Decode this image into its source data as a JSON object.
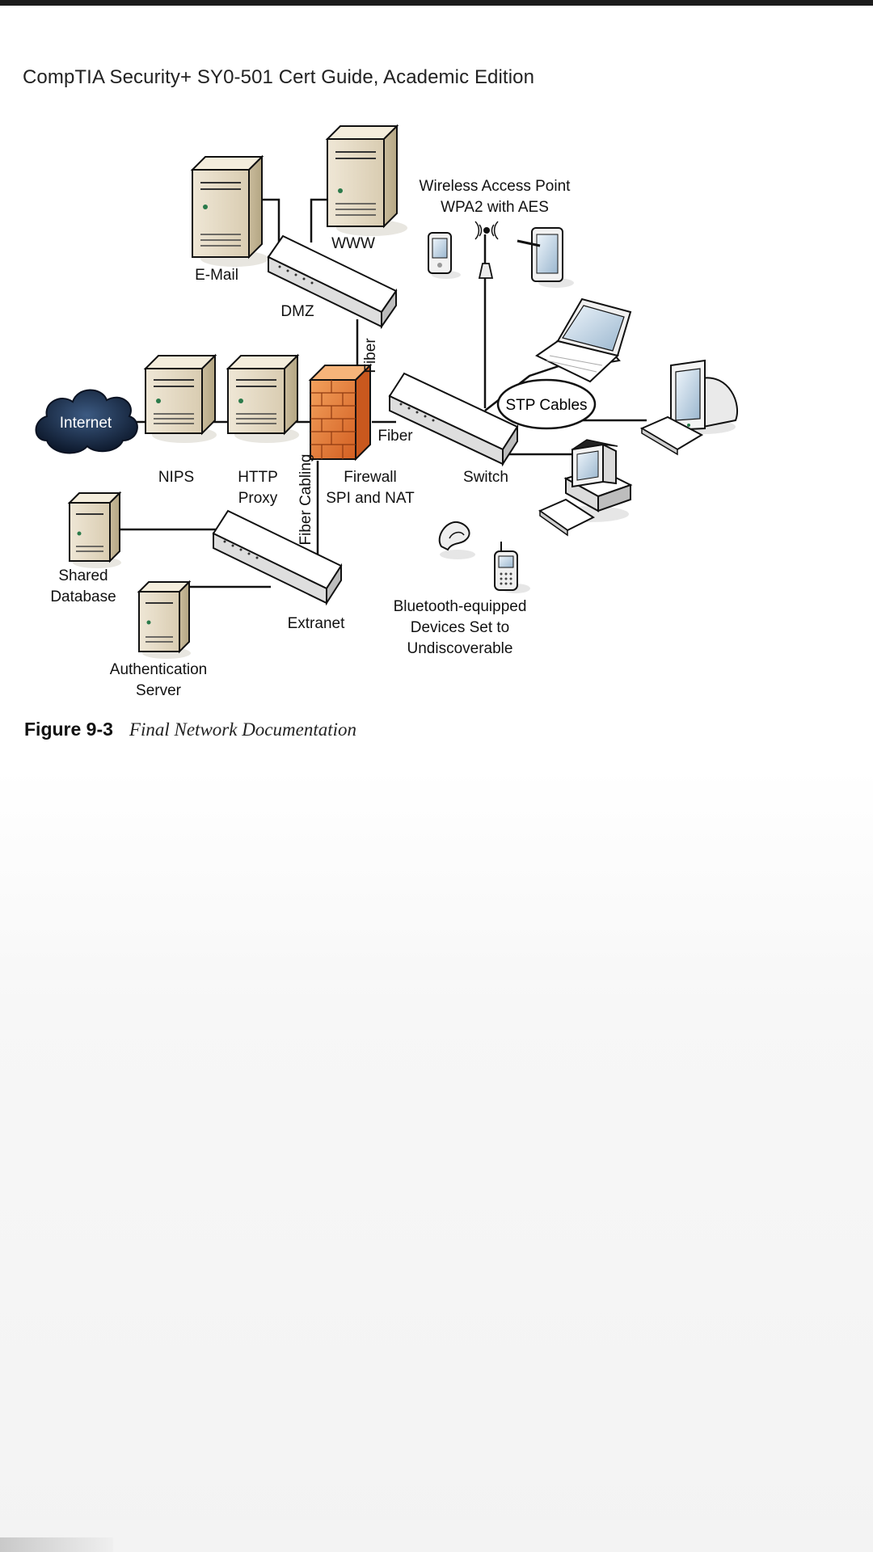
{
  "header": {
    "book_title": "CompTIA Security+ SY0-501 Cert Guide, Academic Edition"
  },
  "diagram": {
    "nodes": {
      "internet": "Internet",
      "nips": "NIPS",
      "http_proxy": [
        "HTTP",
        "Proxy"
      ],
      "firewall": [
        "Firewall",
        "SPI and NAT"
      ],
      "switch": "Switch",
      "dmz": "DMZ",
      "email": "E-Mail",
      "www": "WWW",
      "wireless_ap": [
        "Wireless Access Point",
        "WPA2 with AES"
      ],
      "stp_cables": "STP Cables",
      "extranet": "Extranet",
      "shared_database": [
        "Shared",
        "Database"
      ],
      "auth_server": [
        "Authentication",
        "Server"
      ],
      "bluetooth": [
        "Bluetooth-equipped",
        "Devices Set to",
        "Undiscoverable"
      ]
    },
    "links": {
      "fiber_dmz": "Fiber",
      "fiber_switch": "Fiber",
      "fiber_cabling": "Fiber Cabling"
    }
  },
  "caption": {
    "number": "Figure 9-3",
    "title": "Final Network Documentation"
  },
  "colors": {
    "firewall": "#e27a3f",
    "cloud": "#1b2a44",
    "server": "#e6dcc6",
    "switch": "#f2f2f2"
  }
}
